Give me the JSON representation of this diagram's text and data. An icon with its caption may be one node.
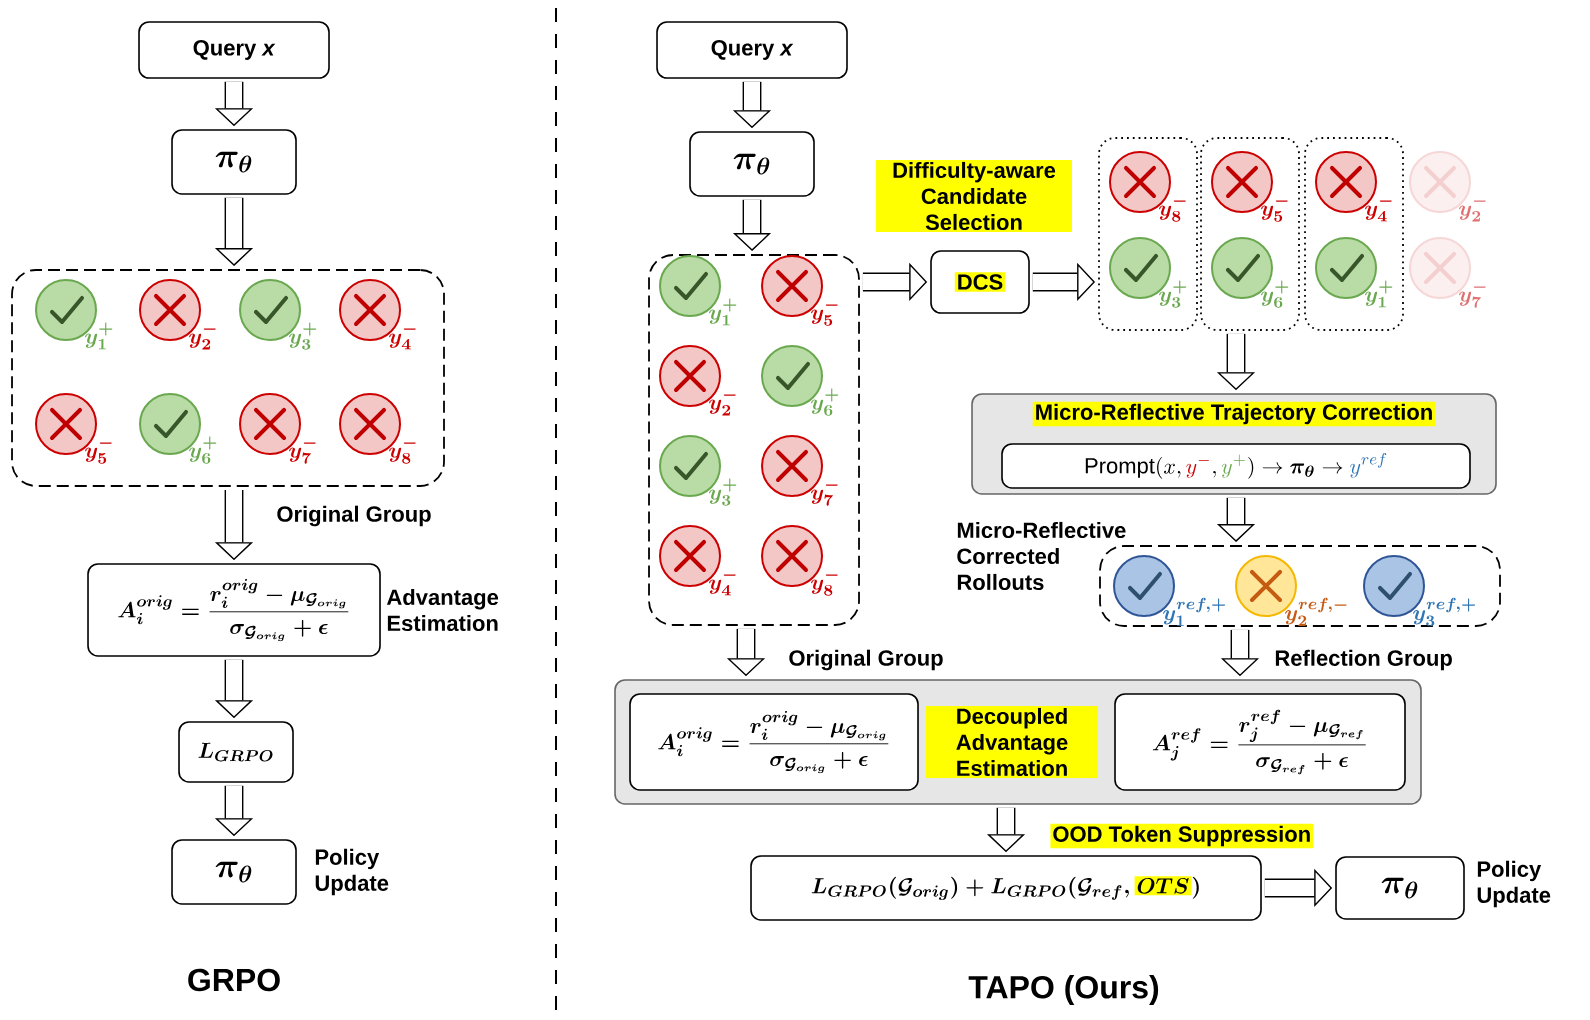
{
  "diagram": {
    "nodes": [
      {
        "text": [
          "Query *x*"
        ]
      },
      {
        "text": [
          "\\pi_{\\theta}"
        ]
      },
      {
        "text": [],
        "shape": "box"
      },
      {
        "text": [],
        "shape": "check",
        "beside": [
          "y_{1}^{+}"
        ],
        "in": 2
      },
      {
        "text": [],
        "shape": "cross",
        "beside": [
          "y_{2}^{-}"
        ],
        "in": 2
      },
      {
        "text": [],
        "shape": "check",
        "beside": [
          "y_{3}^{+}"
        ],
        "in": 2
      },
      {
        "text": [],
        "shape": "cross",
        "beside": [
          "y_{4}^{-}"
        ],
        "in": 2
      },
      {
        "text": [],
        "shape": "cross",
        "beside": [
          "y_{5}^{-}"
        ],
        "in": 2
      },
      {
        "text": [],
        "shape": "check",
        "beside": [
          "y_{6}^{+}"
        ],
        "in": 2
      },
      {
        "text": [],
        "shape": "cross",
        "beside": [
          "y_{7}^{-}"
        ],
        "in": 2
      },
      {
        "text": [],
        "shape": "cross",
        "beside": [
          "y_{8}^{-}"
        ],
        "in": 2
      },
      {
        "text": [
          "A_{i}^{orig} = \\frac{r_{i}^{orig} - \\mu_{\\mathcal{G}_{orig}}}{\\sigma_{\\mathcal{G}_{orig}} + \\epsilon}"
        ],
        "beside": [
          "Advantage Estimation"
        ]
      },
      {
        "text": [
          "L_{GRPO}"
        ]
      },
      {
        "text": [
          "\\pi_{\\theta}"
        ],
        "beside": [
          "Policy Update"
        ]
      },
      {
        "text": [
          "Query *x*"
        ]
      },
      {
        "text": [
          "\\pi_{\\theta}"
        ]
      },
      {
        "text": [],
        "shape": "box"
      },
      {
        "text": [],
        "shape": "check",
        "beside": [
          "y_{1}^{+}"
        ],
        "in": 16
      },
      {
        "text": [],
        "shape": "cross",
        "beside": [
          "y_{5}^{-}"
        ],
        "in": 16
      },
      {
        "text": [],
        "shape": "cross",
        "beside": [
          "y_{2}^{-}"
        ],
        "in": 16
      },
      {
        "text": [],
        "shape": "check",
        "beside": [
          "y_{6}^{+}"
        ],
        "in": 16
      },
      {
        "text": [],
        "shape": "check",
        "beside": [
          "y_{3}^{+}"
        ],
        "in": 16
      },
      {
        "text": [],
        "shape": "cross",
        "beside": [
          "y_{7}^{-}"
        ],
        "in": 16
      },
      {
        "text": [],
        "shape": "cross",
        "beside": [
          "y_{4}^{-}"
        ],
        "in": 16
      },
      {
        "text": [],
        "shape": "cross",
        "beside": [
          "y_{8}^{-}"
        ],
        "in": 16
      },
      {
        "text": [
          "DCS"
        ],
        "beside": [
          "Difficulty-aware Candidate Selection"
        ]
      },
      {
        "text": [],
        "shape": "box"
      },
      {
        "text": [],
        "shape": "cross",
        "beside": [
          "y_{8}^{-}"
        ],
        "in": 26
      },
      {
        "text": [],
        "shape": "check",
        "beside": [
          "y_{3}^{+}"
        ],
        "in": 26
      },
      {
        "text": [],
        "shape": "box"
      },
      {
        "text": [],
        "shape": "cross",
        "beside": [
          "y_{5}^{-}"
        ],
        "in": 29
      },
      {
        "text": [],
        "shape": "check",
        "beside": [
          "y_{6}^{+}"
        ],
        "in": 29
      },
      {
        "text": [],
        "shape": "box"
      },
      {
        "text": [],
        "shape": "cross",
        "beside": [
          "y_{4}^{-}"
        ],
        "in": 32
      },
      {
        "text": [],
        "shape": "check",
        "beside": [
          "y_{1}^{+}"
        ],
        "in": 32
      },
      {
        "text": [],
        "shape": "cross",
        "beside": [
          "y_{2}^{-}"
        ]
      },
      {
        "text": [],
        "shape": "cross",
        "beside": [
          "y_{7}^{-}"
        ]
      },
      {
        "text": [
          "Micro-Reflective Trajectory Correction"
        ]
      },
      {
        "text": [
          "\\mathrm{Prompt}(x, \\textcolor{neg}{y^{-}}, \\textcolor{pos}{y^{+}}) \\rightarrow \\boldsymbol{\\pi_{\\theta}} \\rightarrow \\textcolor{refc}{y^{ref}}"
        ],
        "in": 37
      },
      {
        "text": [],
        "shape": "box",
        "beside": [
          "Micro-Reflective Corrected Rollouts"
        ]
      },
      {
        "text": [],
        "shape": "check",
        "beside": [
          "y_{1}^{ref,+}"
        ],
        "in": 39
      },
      {
        "text": [],
        "shape": "cross",
        "beside": [
          "y_{2}^{ref,-}"
        ],
        "in": 39
      },
      {
        "text": [],
        "shape": "check",
        "beside": [
          "y_{3}^{ref,+}"
        ],
        "in": 39
      },
      {
        "text": [
          "Decoupled Advantage Estimation"
        ]
      },
      {
        "text": [
          "A_{i}^{orig} = \\frac{r_{i}^{orig} - \\mu_{\\mathcal{G}_{orig}}}{\\sigma_{\\mathcal{G}_{orig}} + \\epsilon}"
        ],
        "in": 43
      },
      {
        "text": [
          "A_{j}^{ref} = \\frac{r_{j}^{ref} - \\mu_{\\mathcal{G}_{ref}}}{\\sigma_{\\mathcal{G}_{ref}} + \\epsilon}"
        ],
        "in": 43
      },
      {
        "text": [
          "L_{GRPO}(\\mathcal{G}_{orig}) + L_{GRPO}(\\mathcal{G}_{ref}, \\colorbox{hl}{$OTS$})"
        ]
      },
      {
        "text": [
          "\\pi_{\\theta}"
        ],
        "beside": [
          "Policy Update"
        ]
      }
    ],
    "edges": [
      {
        "from": 0,
        "to": 1,
        "arrow": "to"
      },
      {
        "from": 1,
        "to": 2,
        "arrow": "to"
      },
      {
        "from": 2,
        "to": 11,
        "arrow": "to",
        "label": "Original Group"
      },
      {
        "from": 11,
        "to": 12,
        "arrow": "to"
      },
      {
        "from": 12,
        "to": 13,
        "arrow": "to"
      },
      {
        "from": 14,
        "to": 15,
        "arrow": "to"
      },
      {
        "from": 15,
        "to": 16,
        "arrow": "to"
      },
      {
        "from": 16,
        "to": 25,
        "arrow": "to"
      },
      {
        "from": 25,
        "to": 26,
        "arrow": "to"
      },
      {
        "from": 29,
        "to": 37,
        "arrow": "to"
      },
      {
        "from": 37,
        "to": 39,
        "arrow": "to"
      },
      {
        "from": 16,
        "to": 43,
        "arrow": "to",
        "label": "Original Group"
      },
      {
        "from": 39,
        "to": 43,
        "arrow": "to",
        "label": "Reflection Group"
      },
      {
        "from": 43,
        "to": 46,
        "arrow": "to",
        "label": "OOD Token Suppression"
      },
      {
        "from": 46,
        "to": 47,
        "arrow": "to"
      }
    ],
    "labels": [
      "GRPO",
      "TAPO (Ours)"
    ]
  }
}
